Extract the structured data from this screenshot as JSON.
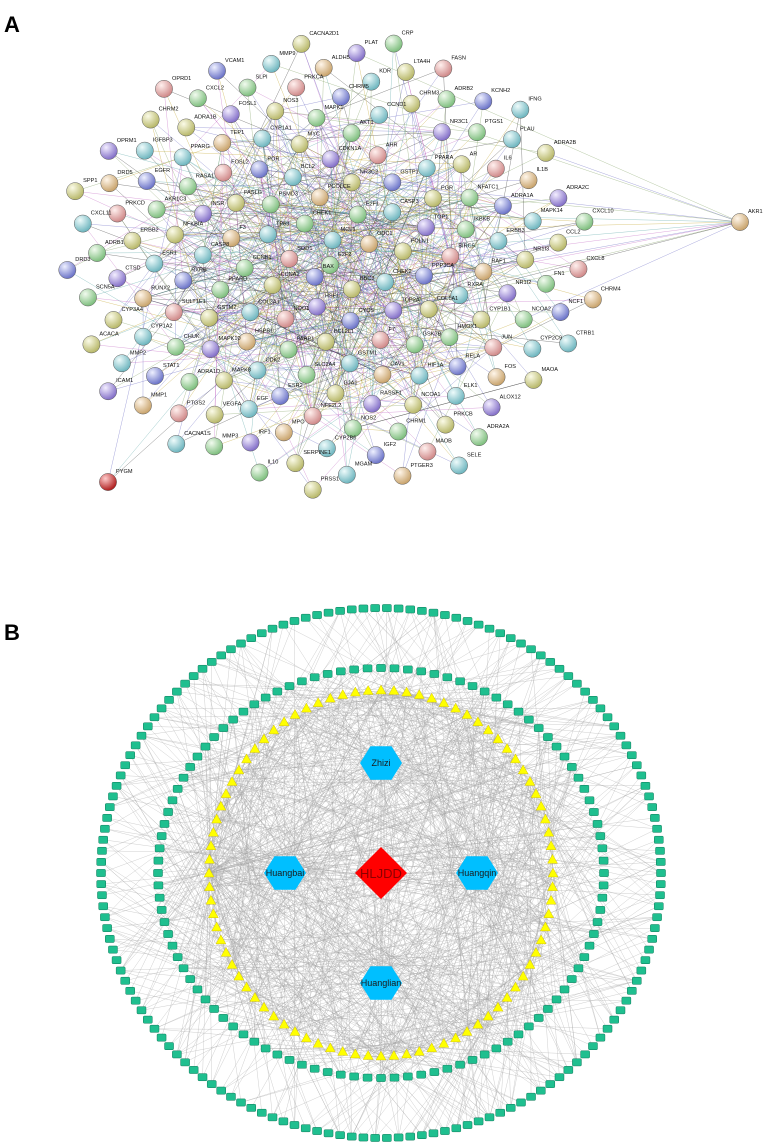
{
  "panel_a": {
    "label": "A",
    "genes": [
      "E2F2",
      "BAX",
      "MCL1",
      "BBC3",
      "SOD1",
      "ODC1",
      "HSF1",
      "CHEK1",
      "CHEK2",
      "CCNA2",
      "E2F1",
      "CYCS",
      "TP63",
      "FOLN1",
      "NQO1",
      "PCOLCE",
      "TOP2A",
      "CCNB1",
      "CASP3",
      "BCL2L1",
      "PSMD3",
      "PPP3CA",
      "COL3A1",
      "NR3C2",
      "F7",
      "F3",
      "TOP1",
      "PARP1",
      "BCL2",
      "COL1A1",
      "PPARD",
      "GSTP1",
      "GSTM1",
      "FASLG",
      "BIRC5",
      "HSPB1",
      "CDKN1A",
      "GSK3B",
      "CASP8",
      "PGR",
      "SLC2A4",
      "POR",
      "RXRA",
      "GSTM2",
      "AHR",
      "CAV1",
      "INSR",
      "IKBKB",
      "CDK2",
      "MYC",
      "HMOX1",
      "RXRB",
      "PPARA",
      "GJA1",
      "FOSL2",
      "RAF1",
      "MAPK10",
      "AKT1",
      "HIF1A",
      "NFKBIA",
      "NFATC1",
      "ESR2",
      "CYP1A1",
      "CYP1B1",
      "SULT1E1",
      "AKR1",
      "RASSF1",
      "RASA1",
      "ERBB3",
      "MAPK8",
      "MAPK1",
      "RELA",
      "ESR1",
      "AR",
      "NFE2L2",
      "TEP1",
      "NR1I2",
      "CHUK",
      "CCND1",
      "NCOA1",
      "AKR1C3",
      "ADRA1A",
      "EGF",
      "NOS3",
      "JUN",
      "RUNX2",
      "NR3C1",
      "NOS2",
      "PPARG",
      "NR1I3",
      "ADRA1D",
      "CHRM5",
      "ELK1",
      "ERBB2",
      "IL6",
      "MPO",
      "FOSL1",
      "NCOA2",
      "CYP1A2",
      "CHRM3",
      "CHRM1",
      "EGFR",
      "MAPK14",
      "VEGFA",
      "PRKCA",
      "FOS",
      "CTSD",
      "PTGS1",
      "CYP2B6",
      "ADRA1B",
      "FN1",
      "STAT1",
      "KDR",
      "PRKCB",
      "PRKCD",
      "IL1B",
      "IRF1",
      "SLPI",
      "CYP2C9",
      "CYP3A4",
      "ADRB2",
      "IGF2",
      "IGFBP3",
      "CCL2",
      "PTGS2",
      "ALDH5",
      "ALOX12",
      "ADRB1",
      "PLAU",
      "SERPINE1",
      "CXCL2",
      "NCF1",
      "MMP2",
      "LTA4H",
      "MAOB",
      "DRD5",
      "ADRA2C",
      "MMP3",
      "MMP9",
      "MAOA",
      "SCN5A",
      "KCNH2",
      "MGAM",
      "CHRM2",
      "CXCL8",
      "MMP1",
      "PLAT",
      "ADRA2A",
      "CXCL11",
      "ADRA2B",
      "IL10",
      "VCAM1",
      "CTRB1",
      "ACACA",
      "FASN",
      "PTGER3",
      "OPRM1",
      "CXCL10",
      "CACNA1S",
      "CACNA2D1",
      "PYGM",
      "DRD3",
      "IFNG",
      "PRSS1",
      "OPRD1",
      "CHRM4",
      "ICAM1",
      "CRP",
      "SELE",
      "SPP1"
    ]
  },
  "panel_b": {
    "label": "B",
    "center_node": {
      "label": "HLJDD",
      "color": "#ff0000"
    },
    "herb_nodes": [
      {
        "label": "Zhizi",
        "color": "#00bfff"
      },
      {
        "label": "Huangbai",
        "color": "#00bfff"
      },
      {
        "label": "Huangqin",
        "color": "#00bfff"
      },
      {
        "label": "Huanglian",
        "color": "#00bfff"
      }
    ],
    "compound_color": "#ffff00",
    "target_color": "#1fbf8f",
    "edge_color": "#a6a6a6"
  }
}
